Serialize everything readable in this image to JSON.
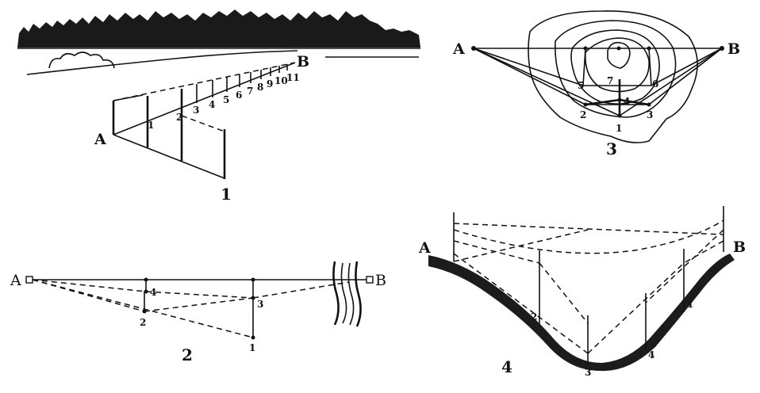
{
  "colors": {
    "ink": "#111111",
    "paper": "#ffffff"
  },
  "panel1": {
    "label_a": "A",
    "label_b": "B",
    "pole_numbers": [
      "1",
      "2",
      "3",
      "4",
      "5",
      "6",
      "7",
      "8",
      "9",
      "10",
      "11"
    ],
    "caption": "1"
  },
  "panel2": {
    "label_a": "A",
    "label_b": "B",
    "points": [
      "1",
      "2",
      "3",
      "4"
    ],
    "caption": "2"
  },
  "panel3": {
    "label_a": "A",
    "label_b": "B",
    "points": [
      "1",
      "2",
      "3",
      "4",
      "5",
      "6",
      "7"
    ],
    "caption": "3"
  },
  "panel4": {
    "label_a": "A",
    "label_b": "B",
    "points": [
      "1",
      "2",
      "3",
      "4"
    ],
    "caption": "4"
  }
}
